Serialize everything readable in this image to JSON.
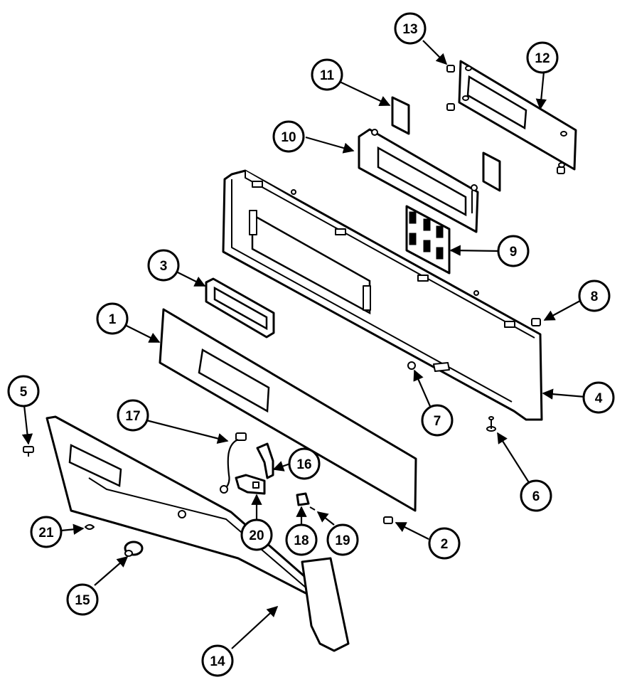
{
  "diagram": {
    "callouts": [
      {
        "id": "1",
        "label": "1"
      },
      {
        "id": "2",
        "label": "2"
      },
      {
        "id": "3",
        "label": "3"
      },
      {
        "id": "4",
        "label": "4"
      },
      {
        "id": "5",
        "label": "5"
      },
      {
        "id": "6",
        "label": "6"
      },
      {
        "id": "7",
        "label": "7"
      },
      {
        "id": "8",
        "label": "8"
      },
      {
        "id": "9",
        "label": "9"
      },
      {
        "id": "10",
        "label": "10"
      },
      {
        "id": "11",
        "label": "11"
      },
      {
        "id": "12",
        "label": "12"
      },
      {
        "id": "13",
        "label": "13"
      },
      {
        "id": "14",
        "label": "14"
      },
      {
        "id": "15",
        "label": "15"
      },
      {
        "id": "16",
        "label": "16"
      },
      {
        "id": "17",
        "label": "17"
      },
      {
        "id": "18",
        "label": "18"
      },
      {
        "id": "19",
        "label": "19"
      },
      {
        "id": "20",
        "label": "20"
      },
      {
        "id": "21",
        "label": "21"
      }
    ]
  }
}
